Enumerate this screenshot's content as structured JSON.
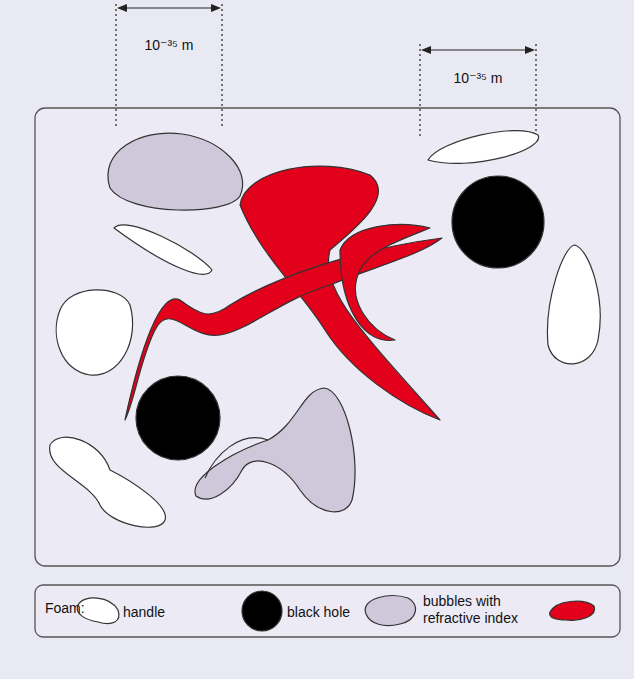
{
  "diagram": {
    "labels": [
      "10⁻³⁵ m",
      "10⁻³⁵ m",
      "Foam:"
    ],
    "legend": [
      {
        "text": "handle"
      },
      {
        "text": "black hole"
      },
      {
        "text": "bubbles with refractive index"
      }
    ]
  }
}
